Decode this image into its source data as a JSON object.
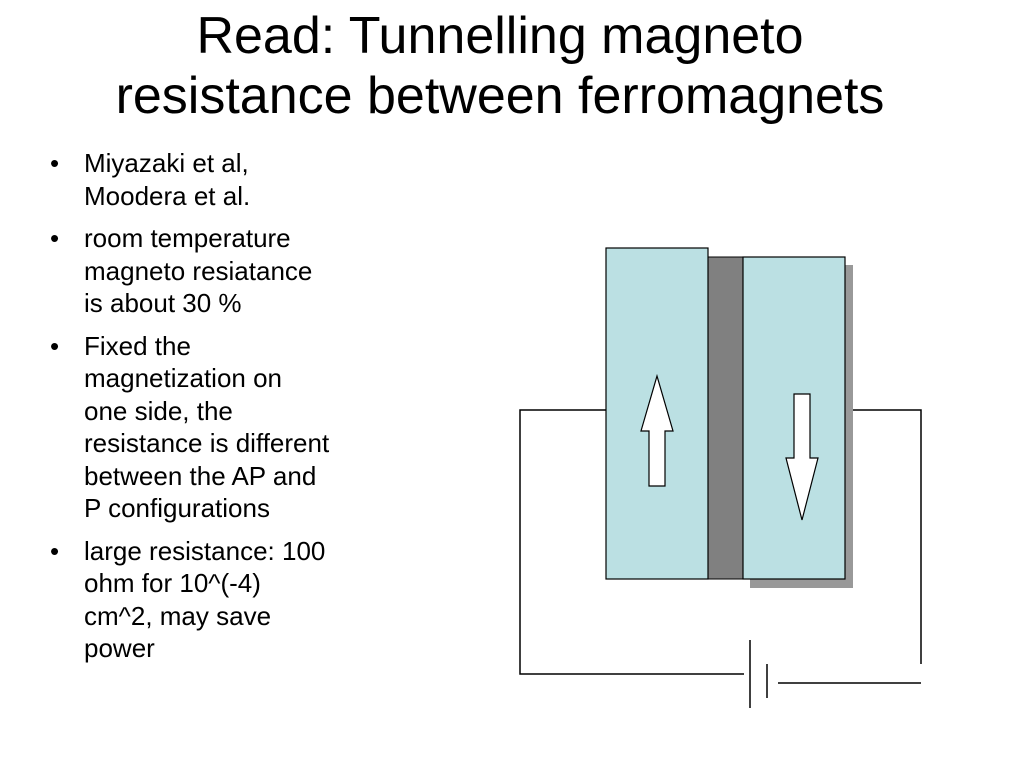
{
  "slide": {
    "title_lines": [
      "Read: Tunnelling magneto",
      "resistance between ferromagnets"
    ],
    "bullets": [
      [
        "Miyazaki et al,",
        "Moodera et al."
      ],
      [
        "room temperature",
        "magneto resiatance",
        "is about 30 %"
      ],
      [
        "Fixed the",
        "magnetization on",
        "one side, the",
        "resistance is different",
        "between the AP and",
        "P configurations"
      ],
      [
        "large resistance: 100",
        "ohm for 10^(-4)",
        "cm^2, may save",
        "power"
      ]
    ]
  },
  "diagram": {
    "left_magnetization": "up",
    "right_magnetization": "down",
    "colors": {
      "ferromagnet_fill": "#bbe0e3",
      "barrier_fill": "#808080",
      "shadow": "#999999",
      "wire": "#000000"
    }
  }
}
